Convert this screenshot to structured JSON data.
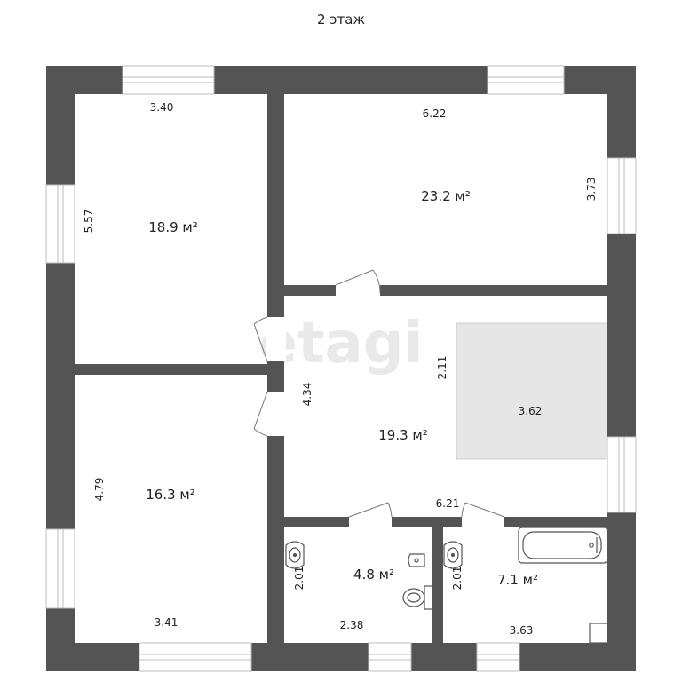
{
  "floor_title": "2 этаж",
  "watermark": "etagi",
  "rooms": {
    "bedroom_top_left": {
      "area": "18.9 м²",
      "dim_width": "3.40",
      "dim_height": "5.57"
    },
    "bedroom_top_right": {
      "area": "23.2 м²",
      "dim_width": "6.22",
      "dim_height": "3.73"
    },
    "bedroom_bottom_left": {
      "area": "16.3 м²",
      "dim_width": "3.41",
      "dim_height": "4.79"
    },
    "hall": {
      "area": "19.3 м²",
      "dim_width": "6.21",
      "dim_height": "4.34"
    },
    "stair_opening": {
      "dim_width": "3.62",
      "dim_height": "2.11"
    },
    "toilet": {
      "area": "4.8 м²",
      "dim_width": "2.38",
      "dim_height": "2.01"
    },
    "bathroom": {
      "area": "7.1 м²",
      "dim_width": "3.63",
      "dim_height": "2.01"
    }
  },
  "colors": {
    "wall": "#545454",
    "window_frame": "#c8c8c8",
    "stair_fill": "#e6e6e6",
    "fixture_line": "#555555",
    "text": "#222222"
  }
}
